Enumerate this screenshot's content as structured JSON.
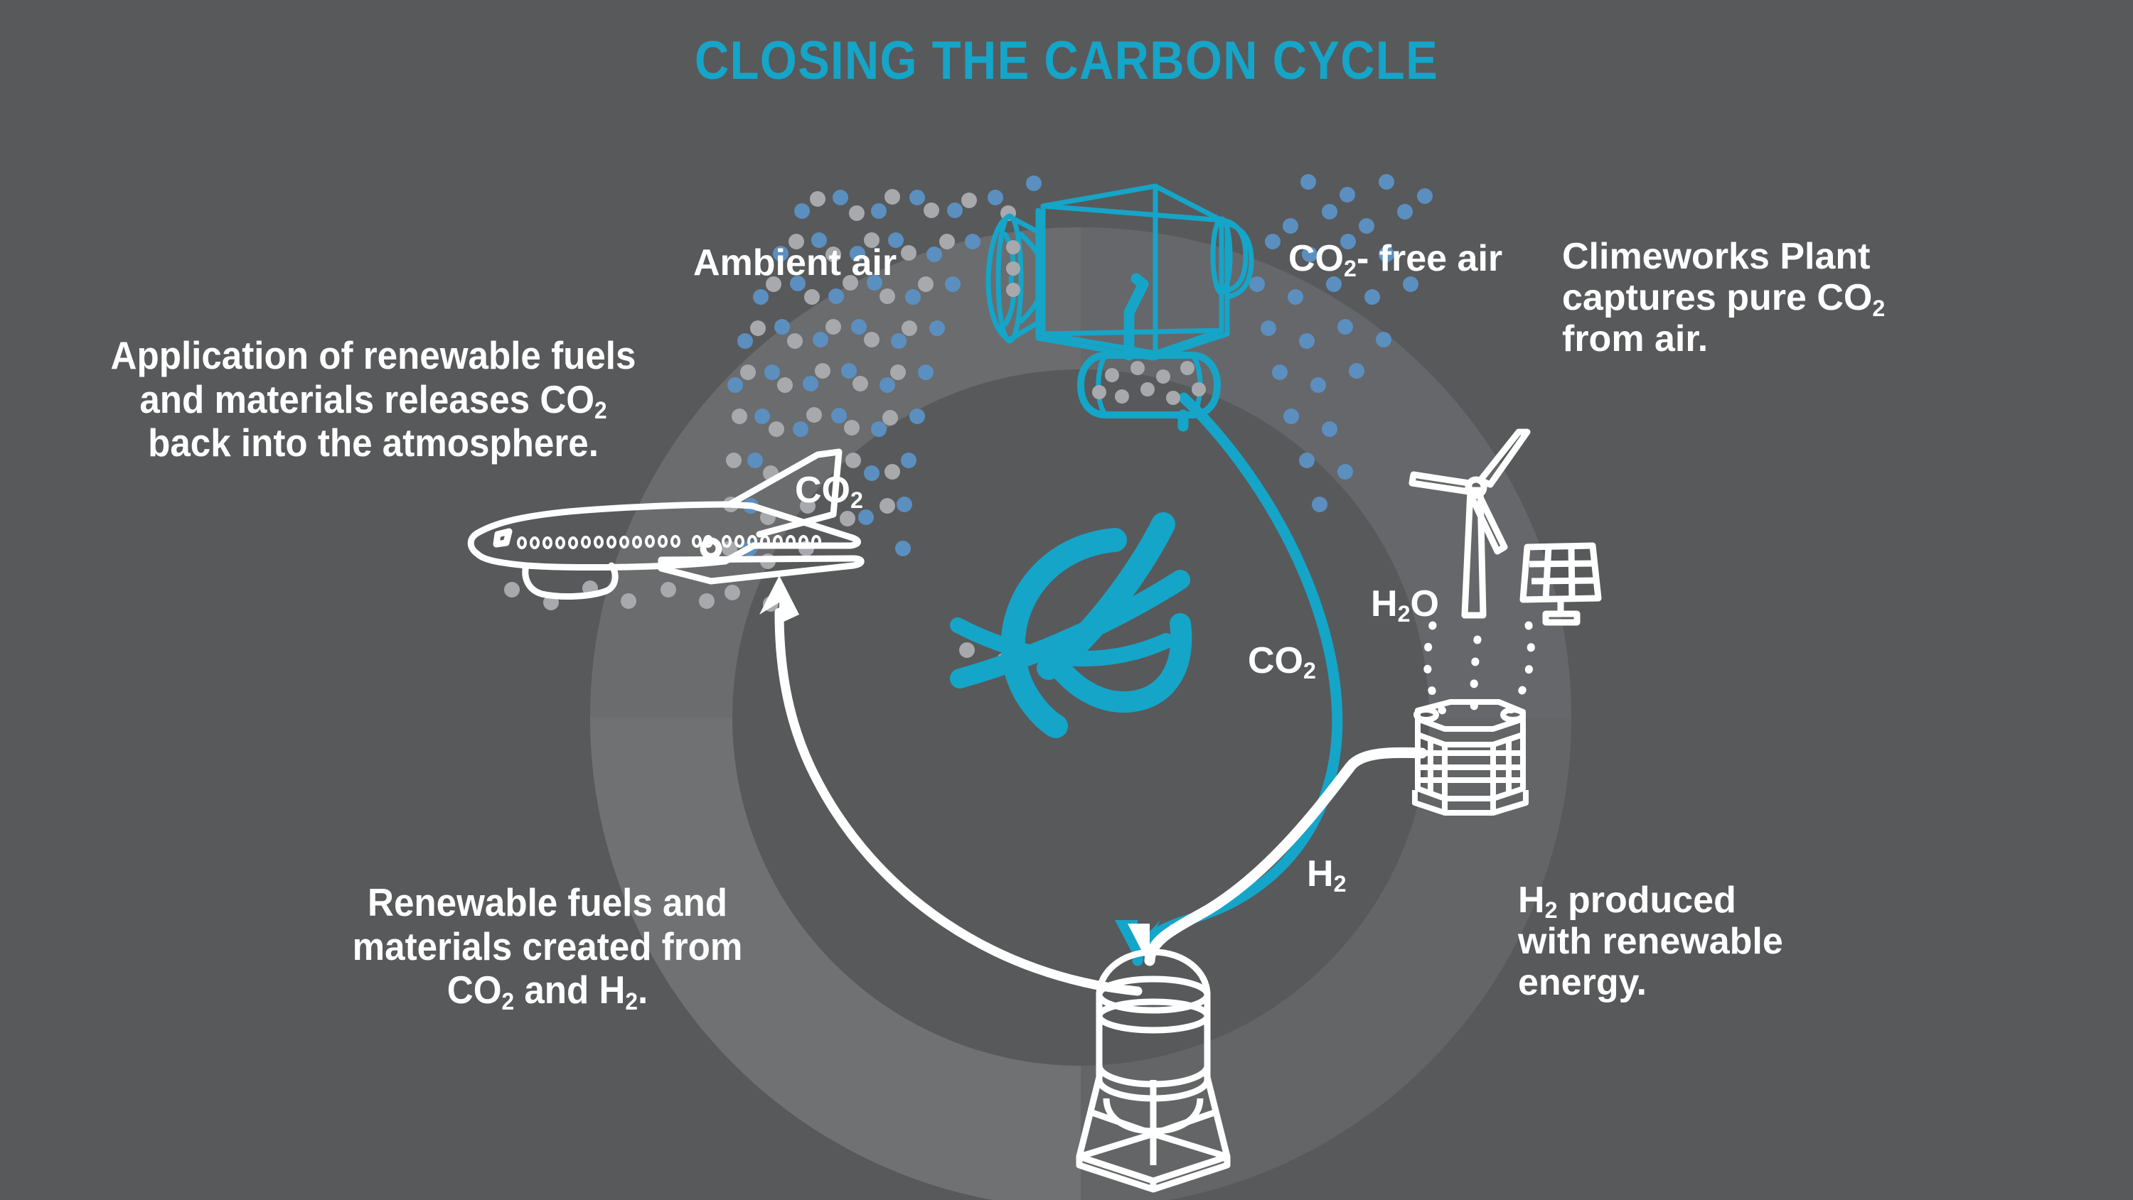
{
  "theme": {
    "background": "#58595b",
    "ring_outer": "#6d6e71",
    "ring_inner_shade": "#636466",
    "accent_cyan": "#15a5c8",
    "line_white": "#ffffff",
    "dot_blue": "#5b8fc0",
    "dot_gray": "#a7a9ac"
  },
  "title": "CLOSING THE CARBON CYCLE",
  "callouts": {
    "application": {
      "line1": "Application of renewable fuels",
      "line2_a": "and materials releases CO",
      "line2_sub": "2",
      "line3": "back into the atmosphere."
    },
    "plant": {
      "line1": "Climeworks Plant",
      "line2_a": "captures pure CO",
      "line2_sub": "2",
      "line3": "from air."
    },
    "renewable": {
      "line1": "Renewable fuels and",
      "line2": "materials created from",
      "line3_a": "CO",
      "line3_sub_a": "2",
      "line3_b": " and H",
      "line3_sub_b": "2",
      "line3_c": "."
    },
    "hydrogen": {
      "line1_a": "H",
      "line1_sub": "2",
      "line1_b": " produced",
      "line2": "with renewable",
      "line3": "energy."
    }
  },
  "labels": {
    "ambient_air": "Ambient air",
    "co2_free_air_a": "CO",
    "co2_free_air_sub": "2",
    "co2_free_air_b": "- free air",
    "co2_left_a": "CO",
    "co2_left_sub": "2",
    "co2_mid_a": "CO",
    "co2_mid_sub": "2",
    "h2o_a": "H",
    "h2o_sub": "2",
    "h2o_b": "O",
    "h2_mid_a": "H",
    "h2_mid_sub": "2"
  },
  "diagram": {
    "type": "cycle-flow",
    "center_logo": "climeworks-logo",
    "nodes": [
      {
        "id": "dac-unit",
        "name": "direct-air-capture-unit",
        "icon": "dac-box-icon",
        "position": "top-center",
        "stroke": "#15a5c8"
      },
      {
        "id": "wind-turbine",
        "name": "wind-turbine",
        "icon": "wind-turbine-icon",
        "position": "right-upper",
        "stroke": "#ffffff"
      },
      {
        "id": "solar-panel",
        "name": "solar-panel",
        "icon": "solar-panel-icon",
        "position": "right-upper",
        "stroke": "#ffffff"
      },
      {
        "id": "electrolyzer",
        "name": "electrolyzer-tank",
        "icon": "electrolyzer-icon",
        "position": "right-lower",
        "stroke": "#ffffff"
      },
      {
        "id": "synth-plant",
        "name": "synthesis-plant-tower",
        "icon": "synthesis-tower-icon",
        "position": "bottom-center",
        "stroke": "#ffffff"
      },
      {
        "id": "airplane",
        "name": "airplane",
        "icon": "airplane-icon",
        "position": "left-center",
        "stroke": "#ffffff"
      }
    ],
    "flows": [
      {
        "from": "dac-unit",
        "to": "synth-plant",
        "substance": "CO2",
        "color": "#15a5c8",
        "style": "solid-arrow"
      },
      {
        "from": "electrolyzer",
        "to": "synth-plant",
        "substance": "H2",
        "color": "#ffffff",
        "style": "solid-arrow"
      },
      {
        "from": "synth-plant",
        "to": "airplane",
        "substance": "renewable fuels",
        "color": "#ffffff",
        "style": "solid-arrow"
      },
      {
        "from": "wind-turbine",
        "to": "electrolyzer",
        "substance": "renewable energy",
        "color": "#ffffff",
        "style": "dotted"
      },
      {
        "from": "solar-panel",
        "to": "electrolyzer",
        "substance": "renewable energy",
        "color": "#ffffff",
        "style": "dotted"
      },
      {
        "from": "airplane",
        "to": "dac-unit",
        "substance": "CO2",
        "color": "#a7a9ac",
        "style": "dotted-particles"
      }
    ]
  }
}
